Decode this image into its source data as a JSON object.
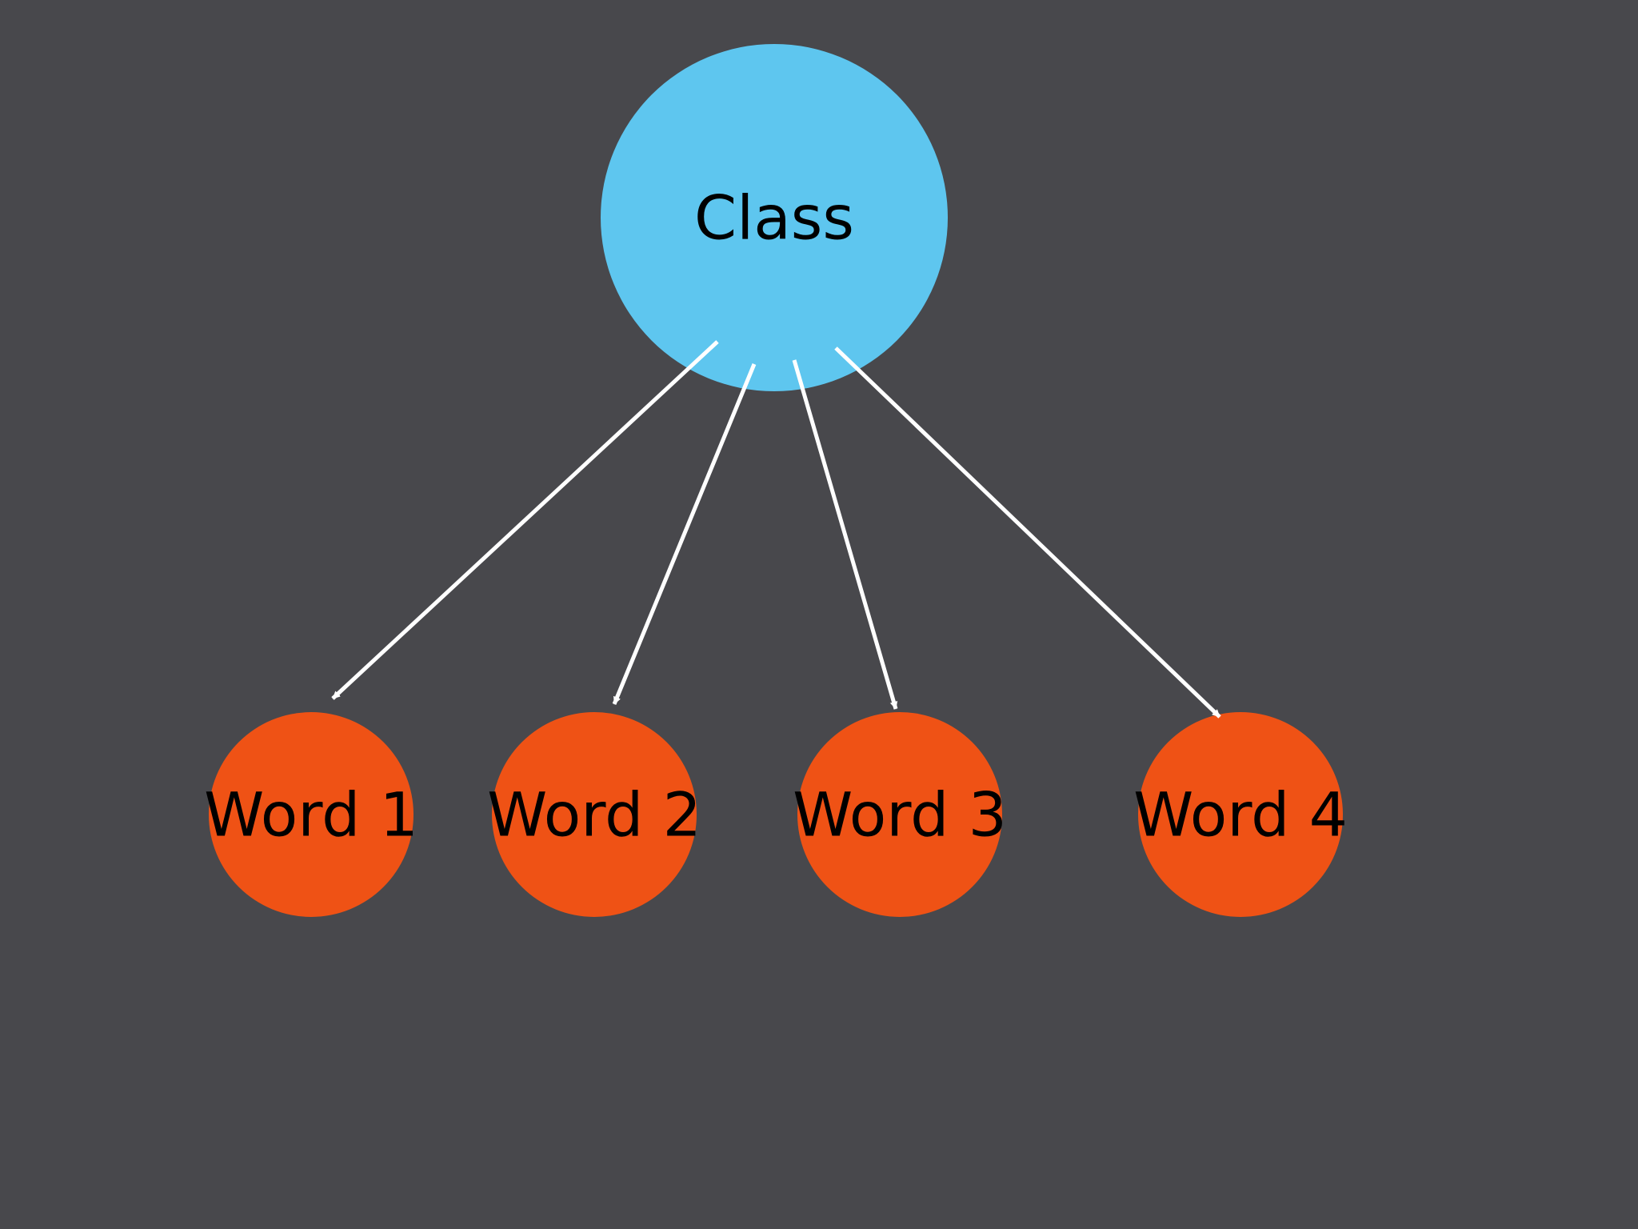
{
  "diagram": {
    "background_color": "#48484c",
    "parent": {
      "label": "Class",
      "color": "#5ec6ef"
    },
    "children": [
      {
        "label": "Word 1",
        "color": "#ef5215"
      },
      {
        "label": "Word 2",
        "color": "#ef5215"
      },
      {
        "label": "Word 3",
        "color": "#ef5215"
      },
      {
        "label": "Word 4",
        "color": "#ef5215"
      }
    ],
    "arrow_color": "#ffffff",
    "edges": [
      {
        "from": "Class",
        "to": "Word 1"
      },
      {
        "from": "Class",
        "to": "Word 2"
      },
      {
        "from": "Class",
        "to": "Word 3"
      },
      {
        "from": "Class",
        "to": "Word 4"
      }
    ]
  }
}
